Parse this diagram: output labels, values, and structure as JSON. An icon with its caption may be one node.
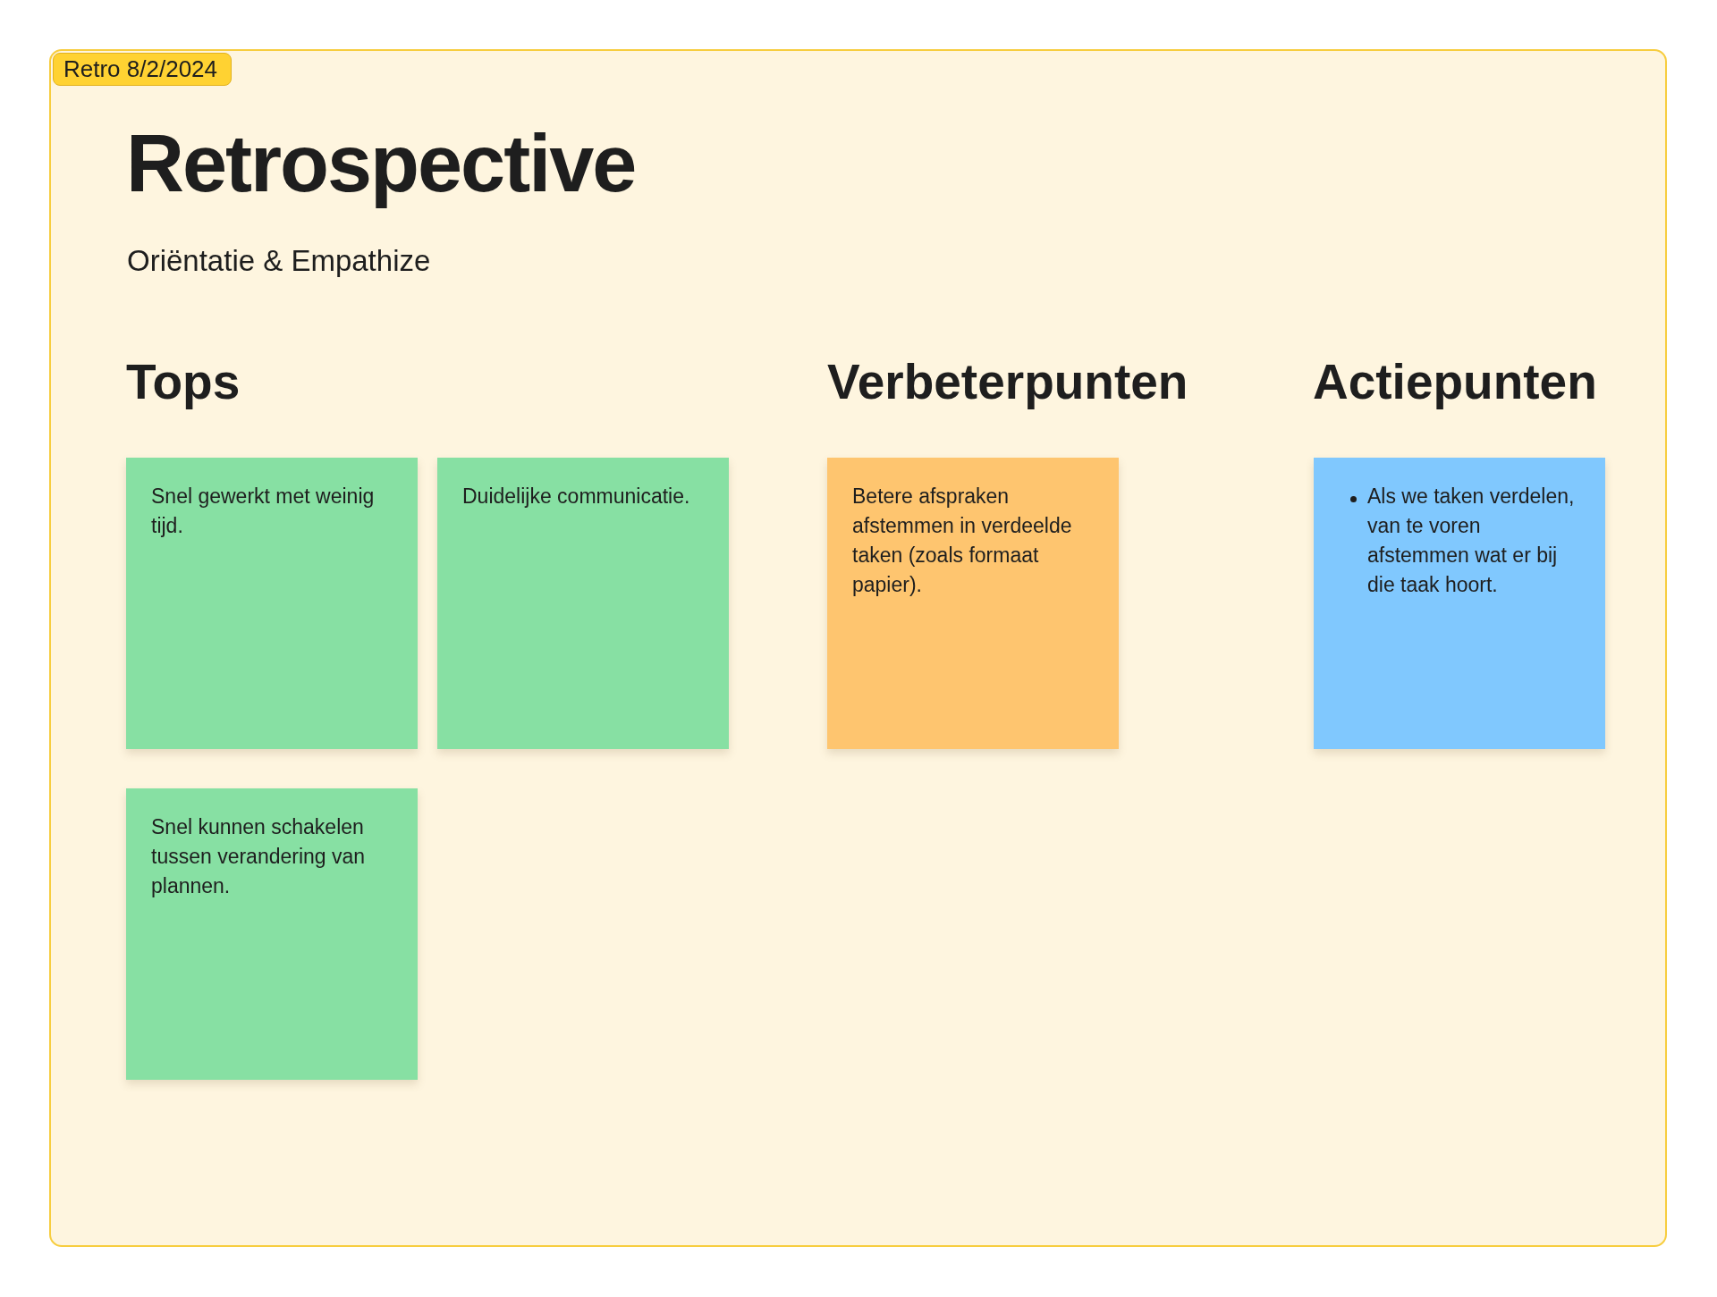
{
  "diagram": {
    "title": "Retrospective",
    "nodes": [
      {
        "text": [
          "Retro 8/2/2024"
        ]
      },
      {
        "text": [
          "Snel gewerkt met weinig tijd."
        ],
        "in": 0
      },
      {
        "text": [
          "Duidelijke communicatie."
        ],
        "in": 0
      },
      {
        "text": [
          "Betere afspraken afstemmen in verdeelde taken (zoals formaat papier)."
        ],
        "in": 0
      },
      {
        "text": [
          "Als we taken verdelen, van te voren afstemmen wat er bij die taak hoort."
        ],
        "in": 0
      },
      {
        "text": [
          "Snel kunnen schakelen tussen verandering van plannen."
        ],
        "in": 0
      }
    ],
    "labels": [
      "Oriëntatie & Empathize",
      "Tops",
      "Verbeterpunten",
      "Actiepunten"
    ]
  }
}
